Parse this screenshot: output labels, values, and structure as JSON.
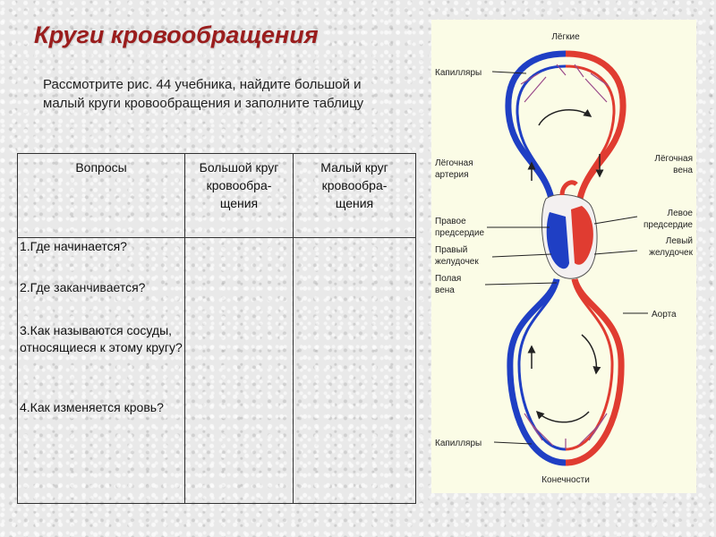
{
  "title": "Круги кровообращения",
  "intro": "Рассмотрите рис. 44 учебника,  найдите большой и малый круги кровообращения и заполните таблицу",
  "table": {
    "headers": {
      "questions": "Вопросы",
      "big_circle": [
        "Большой круг",
        "кровообра-",
        "щения"
      ],
      "small_circle": [
        "Малый круг",
        "кровообра-",
        "щения"
      ]
    },
    "questions": [
      "1.Где начинается?",
      "2.Где заканчивается?",
      "3.Как называются сосуды, относящиеся к этому кругу?",
      "4.Как изменяется кровь?"
    ]
  },
  "figure": {
    "labels": {
      "lungs": "Лёгкие",
      "capillaries_top": "Капилляры",
      "pulmonary_artery": [
        "Лёгочная",
        "артерия"
      ],
      "pulmonary_vein": [
        "Лёгочная",
        "вена"
      ],
      "right_atrium": [
        "Правое",
        "предсердие"
      ],
      "right_ventricle": [
        "Правый",
        "желудочек"
      ],
      "vena_cava": [
        "Полая",
        "вена"
      ],
      "left_atrium": [
        "Левое",
        "предсердие"
      ],
      "left_ventricle": [
        "Левый",
        "желудочек"
      ],
      "aorta": "Аорта",
      "capillaries_bottom": "Капилляры",
      "limbs": "Конечности"
    },
    "colors": {
      "arterial": "#e03c31",
      "venous": "#1f3fc4",
      "background": "#fbfce6"
    }
  }
}
